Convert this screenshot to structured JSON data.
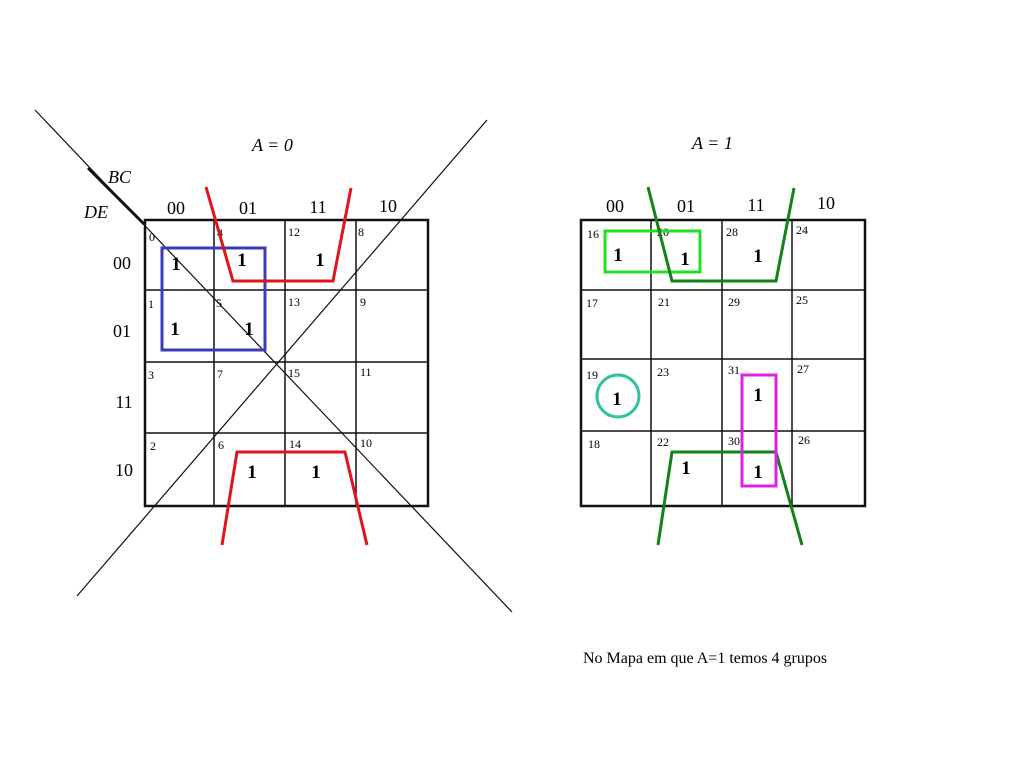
{
  "maps": [
    {
      "title": "A = 0",
      "col_var": "BC",
      "row_var": "DE",
      "col_headers": [
        "00",
        "01",
        "11",
        "10"
      ],
      "row_headers": [
        "00",
        "01",
        "11",
        "10"
      ],
      "cell_numbers": [
        [
          "0",
          "4",
          "12",
          "8"
        ],
        [
          "1",
          "5",
          "13",
          "9"
        ],
        [
          "3",
          "7",
          "15",
          "11"
        ],
        [
          "2",
          "6",
          "14",
          "10"
        ]
      ],
      "cell_values": [
        [
          "1",
          "1",
          "1",
          ""
        ],
        [
          "1",
          "1",
          "",
          ""
        ],
        [
          "",
          "",
          "",
          ""
        ],
        [
          "",
          "1",
          "1",
          ""
        ]
      ]
    },
    {
      "title": "A = 1",
      "col_var": "",
      "row_var": "",
      "col_headers": [
        "00",
        "01",
        "11",
        "10"
      ],
      "row_headers": [
        "",
        "",
        "",
        ""
      ],
      "cell_numbers": [
        [
          "16",
          "20",
          "28",
          "24"
        ],
        [
          "17",
          "21",
          "29",
          "25"
        ],
        [
          "19",
          "23",
          "31",
          "27"
        ],
        [
          "18",
          "22",
          "30",
          "26"
        ]
      ],
      "cell_values": [
        [
          "1",
          "1",
          "1",
          ""
        ],
        [
          "",
          "",
          "",
          ""
        ],
        [
          "1",
          "",
          "1",
          ""
        ],
        [
          "",
          "1",
          "1",
          ""
        ]
      ]
    }
  ],
  "colors": {
    "grid": "#111111",
    "red_group": "#e0151b",
    "blue_group": "#3b3bb5",
    "green_bright": "#22e022",
    "green_dark": "#13821a",
    "magenta_group": "#e020e0",
    "teal_circle": "#2ec4a0"
  },
  "caption": "No Mapa em que  A=1 temos 4 grupos"
}
